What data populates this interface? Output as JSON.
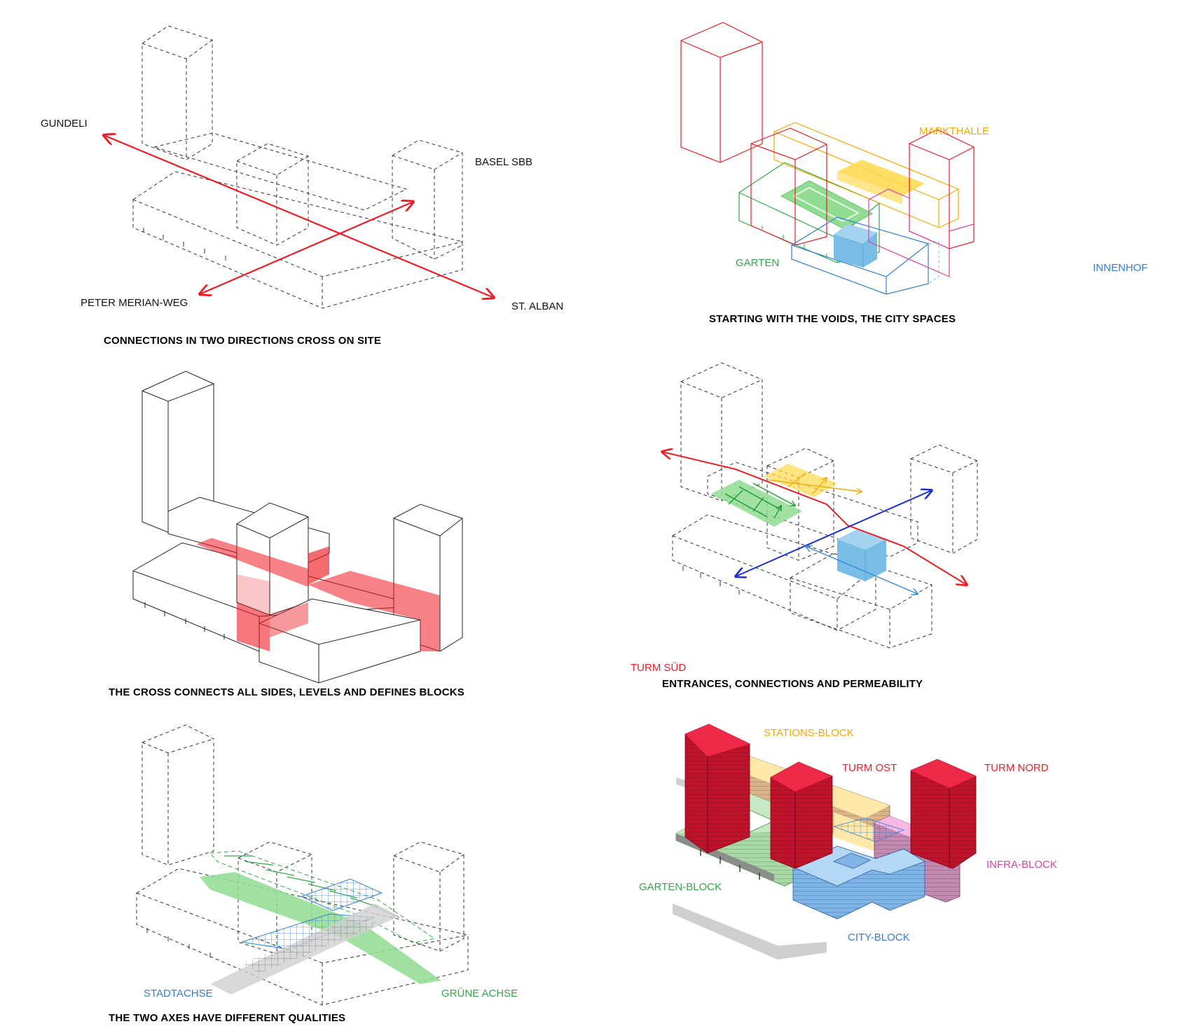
{
  "colors": {
    "red": "#ee1c24",
    "orange": "#f6a800",
    "yellow": "#ffd84a",
    "green": "#33a84a",
    "light_green": "#8fdc92",
    "blue": "#2f7fd6",
    "light_blue": "#79bde6",
    "pink": "#d93fa6",
    "dark_red": "#c0122b",
    "sand": "#e8c9a0",
    "grey": "#cfcfcf"
  },
  "panels": [
    {
      "id": "p1",
      "caption": "CONNECTIONS IN TWO DIRECTIONS CROSS ON SITE",
      "labels": {
        "gundeli": "GUNDELI",
        "basel_sbb": "BASEL SBB",
        "peter_merian": "PETER MERIAN-WEG",
        "st_alban": "ST. ALBAN"
      }
    },
    {
      "id": "p2",
      "caption": "STARTING WITH THE VOIDS, THE CITY SPACES",
      "labels": {
        "markthalle": "MARKTHALLE",
        "garten": "GARTEN",
        "innenhof": "INNENHOF"
      }
    },
    {
      "id": "p3",
      "caption": "THE CROSS CONNECTS ALL SIDES, LEVELS AND DEFINES BLOCKS",
      "labels": {}
    },
    {
      "id": "p4",
      "caption": "ENTRANCES, CONNECTIONS AND PERMEABILITY",
      "labels": {}
    },
    {
      "id": "p5",
      "caption": "THE TWO AXES HAVE DIFFERENT QUALITIES",
      "labels": {
        "stadtachse": "STADTACHSE",
        "gruene_achse": "GRÜNE ACHSE"
      }
    },
    {
      "id": "p6",
      "caption": "",
      "labels": {
        "turm_sued": "TURM SÜD",
        "stations_block": "STATIONS-BLOCK",
        "turm_ost": "TURM OST",
        "turm_nord": "TURM NORD",
        "infra_block": "INFRA-BLOCK",
        "garten_block": "GARTEN-BLOCK",
        "city_block": "CITY-BLOCK"
      }
    }
  ]
}
